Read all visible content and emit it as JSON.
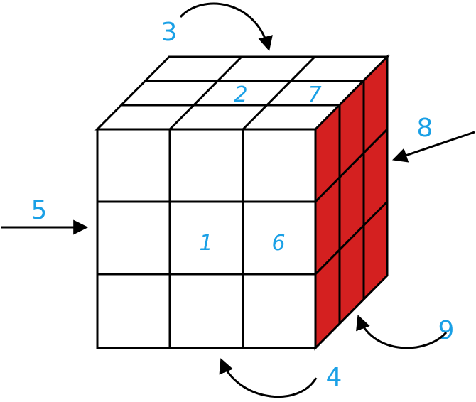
{
  "colors": {
    "front_face": "#ffffff",
    "top_face": "#ffffff",
    "right_face": "#d42020",
    "grid_line": "#000000",
    "label_color": "#1aa0e6"
  },
  "cell_labels": {
    "front_center": "1",
    "front_right_middle": "6",
    "top_middle_back": "2",
    "top_right_back": "7"
  },
  "pointer_labels": {
    "top_arrow": "3",
    "left_arrow": "5",
    "right_arrow": "8",
    "bottom_arrow": "4",
    "bottom_right_arrow": "9"
  }
}
